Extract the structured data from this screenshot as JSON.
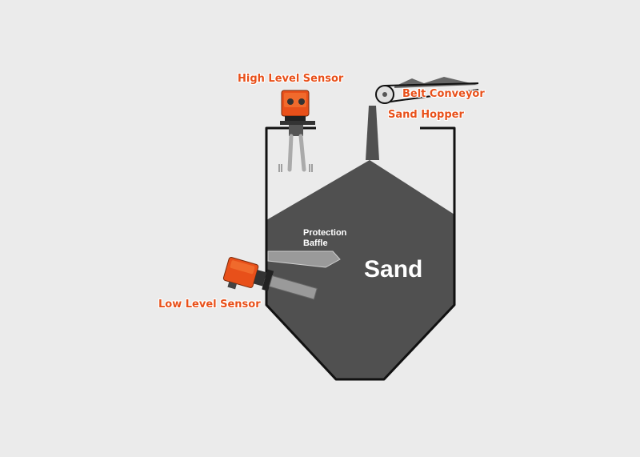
{
  "labels": {
    "high_level_sensor": "High Level Sensor",
    "belt_conveyor": "Belt Conveyor",
    "sand_hopper": "Sand Hopper",
    "protection_baffle_line1": "Protection",
    "protection_baffle_line2": "Baffle",
    "sand": "Sand",
    "low_level_sensor": "Low Level Sensor"
  },
  "colors": {
    "background": "#ebebeb",
    "sand": "#505050",
    "outline": "#111111",
    "sensor_orange": "#e8501a",
    "label_orange": "#e8501a"
  }
}
